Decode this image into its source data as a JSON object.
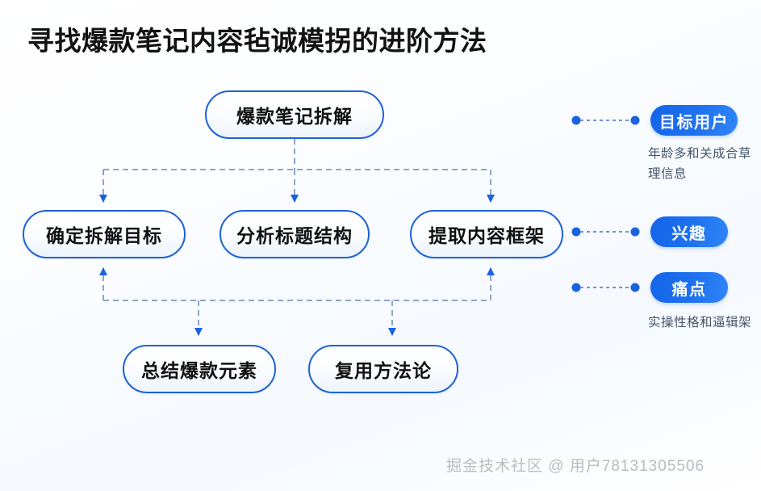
{
  "title": "寻找爆款笔记内容毡诚模拐的进阶方法",
  "flow": {
    "top": {
      "label": "爆款笔记拆解"
    },
    "middle": [
      {
        "label": "确定拆解目标"
      },
      {
        "label": "分析标题结构"
      },
      {
        "label": "提取内容框架"
      }
    ],
    "bottom": [
      {
        "label": "总结爆款元素"
      },
      {
        "label": "复用方法论"
      }
    ]
  },
  "sidebar": {
    "items": [
      {
        "pill": "目标用户",
        "note": "年龄多和关成合草理信息"
      },
      {
        "pill": "兴趣",
        "note": ""
      },
      {
        "pill": "痛点",
        "note": "实操性格和逼辑架"
      }
    ]
  },
  "watermark": "掘金技术社区 @ 用户78131305506",
  "colors": {
    "node_border": "#1d63d6",
    "pill_blue": "#1f72ef",
    "arrow_blue": "#1a62e0",
    "dash_line": "#8fa5c8",
    "note_text": "#47566b",
    "watermark": "#b8bcc2",
    "background": "#fbfdff"
  }
}
